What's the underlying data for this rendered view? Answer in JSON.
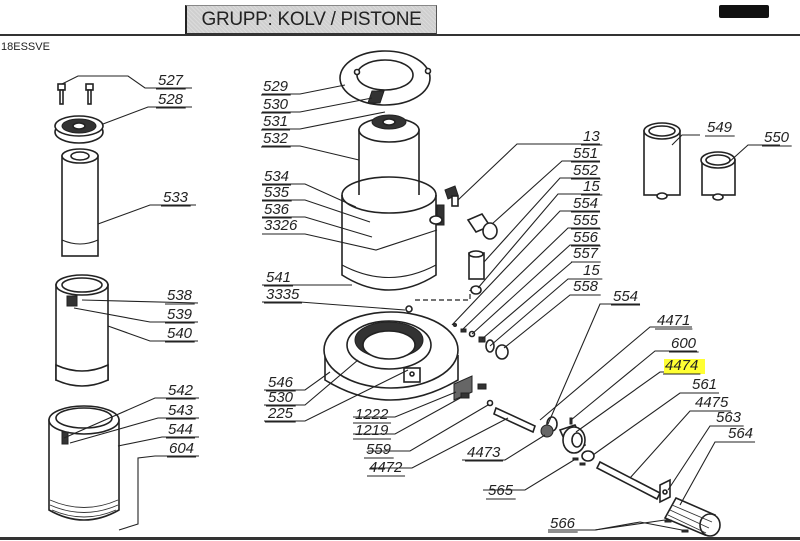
{
  "header": {
    "title": "GRUPP: KOLV / PISTONE",
    "doc_code": "18ESSVE"
  },
  "highlight_color": "#ffff33",
  "parts": [
    {
      "id": "p527",
      "number": "527",
      "component": "screws"
    },
    {
      "id": "p528",
      "number": "528",
      "component": "top cap"
    },
    {
      "id": "p533",
      "number": "533",
      "component": "inner tube"
    },
    {
      "id": "p538",
      "number": "538",
      "component": "ring"
    },
    {
      "id": "p539",
      "number": "539",
      "component": "clip"
    },
    {
      "id": "p540",
      "number": "540",
      "component": "cylinder sleeve"
    },
    {
      "id": "p542",
      "number": "542",
      "component": "ring"
    },
    {
      "id": "p543",
      "number": "543",
      "component": "clip"
    },
    {
      "id": "p544",
      "number": "544",
      "component": "seal"
    },
    {
      "id": "p604",
      "number": "604",
      "component": "base cylinder"
    },
    {
      "id": "p529",
      "number": "529",
      "component": "flange ring"
    },
    {
      "id": "p530a",
      "number": "530",
      "component": "key"
    },
    {
      "id": "p531",
      "number": "531",
      "component": "seal"
    },
    {
      "id": "p532",
      "number": "532",
      "component": "piston"
    },
    {
      "id": "p534",
      "number": "534",
      "component": "ring"
    },
    {
      "id": "p535",
      "number": "535",
      "component": "seal"
    },
    {
      "id": "p536",
      "number": "536",
      "component": "pin"
    },
    {
      "id": "p3326",
      "number": "3326",
      "component": "valve"
    },
    {
      "id": "p541",
      "number": "541",
      "component": "reservoir"
    },
    {
      "id": "p3335",
      "number": "3335",
      "component": "plug"
    },
    {
      "id": "p546",
      "number": "546",
      "component": "base"
    },
    {
      "id": "p530b",
      "number": "530",
      "component": "key"
    },
    {
      "id": "p225",
      "number": "225",
      "component": "screw"
    },
    {
      "id": "p1222",
      "number": "1222",
      "component": "plate"
    },
    {
      "id": "p1219",
      "number": "1219",
      "component": "screw"
    },
    {
      "id": "p559",
      "number": "559",
      "component": "ball"
    },
    {
      "id": "p4472",
      "number": "4472",
      "component": "plunger"
    },
    {
      "id": "p13",
      "number": "13",
      "component": "elbow"
    },
    {
      "id": "p551",
      "number": "551",
      "component": "fitting"
    },
    {
      "id": "p552",
      "number": "552",
      "component": "filter"
    },
    {
      "id": "p15a",
      "number": "15",
      "component": "o-ring"
    },
    {
      "id": "p554a",
      "number": "554",
      "component": "ball"
    },
    {
      "id": "p555",
      "number": "555",
      "component": "spring"
    },
    {
      "id": "p556",
      "number": "556",
      "component": "washer"
    },
    {
      "id": "p557",
      "number": "557",
      "component": "seat"
    },
    {
      "id": "p15b",
      "number": "15",
      "component": "o-ring"
    },
    {
      "id": "p558",
      "number": "558",
      "component": "plug"
    },
    {
      "id": "p554b",
      "number": "554",
      "component": "ball"
    },
    {
      "id": "p4471",
      "number": "4471",
      "component": "pin"
    },
    {
      "id": "p600",
      "number": "600",
      "component": "pin"
    },
    {
      "id": "p4474",
      "number": "4474",
      "component": "pump body",
      "highlighted": true
    },
    {
      "id": "p561",
      "number": "561",
      "component": "pin"
    },
    {
      "id": "p4475",
      "number": "4475",
      "component": "shaft"
    },
    {
      "id": "p563",
      "number": "563",
      "component": "link"
    },
    {
      "id": "p564",
      "number": "564",
      "component": "handle"
    },
    {
      "id": "p4473",
      "number": "4473",
      "component": "spring"
    },
    {
      "id": "p565",
      "number": "565",
      "component": "pins"
    },
    {
      "id": "p566",
      "number": "566",
      "component": "pins"
    },
    {
      "id": "p549",
      "number": "549",
      "component": "tall sleeve"
    },
    {
      "id": "p550",
      "number": "550",
      "component": "short sleeve"
    }
  ]
}
